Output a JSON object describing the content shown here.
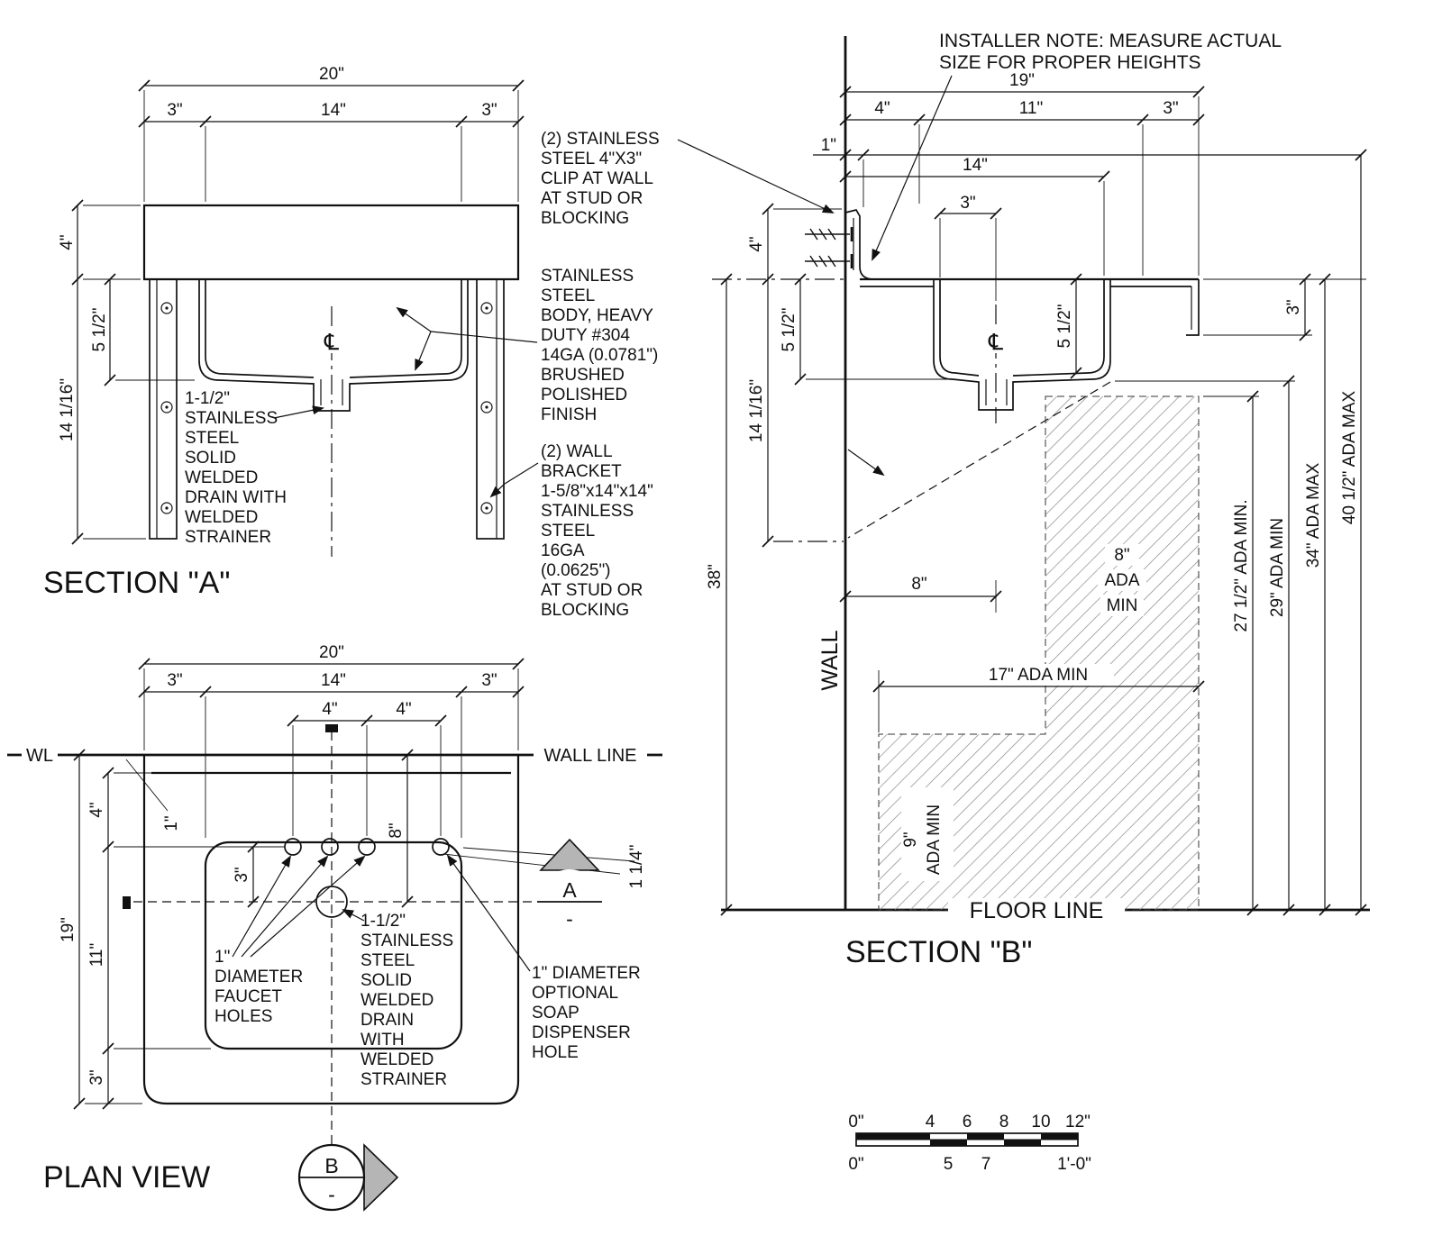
{
  "section_a": {
    "title": "SECTION \"A\"",
    "centerline_symbol": "℄",
    "dim_overall": "20\"",
    "dim_left": "3\"",
    "dim_mid": "14\"",
    "dim_right": "3\"",
    "dim_h4": "4\"",
    "dim_h5": "5 1/2\"",
    "dim_h14": "14 1/16\"",
    "drain_note": [
      "1-1/2\"",
      "STAINLESS",
      "STEEL",
      "SOLID",
      "WELDED",
      "DRAIN WITH",
      "WELDED",
      "STRAINER"
    ]
  },
  "notes": {
    "clip": [
      "(2) STAINLESS",
      "STEEL 4\"X3\"",
      "CLIP AT WALL",
      "AT STUD OR",
      "BLOCKING"
    ],
    "body": [
      "STAINLESS",
      "STEEL",
      "BODY, HEAVY",
      "DUTY #304",
      "14GA (0.0781\")",
      "BRUSHED",
      "POLISHED",
      "FINISH"
    ],
    "bracket": [
      "(2) WALL",
      "BRACKET",
      "1-5/8\"x14\"x14\"",
      "STAINLESS",
      "STEEL",
      "16GA",
      "(0.0625\")",
      "AT STUD OR",
      "BLOCKING"
    ]
  },
  "section_b": {
    "title": "SECTION \"B\"",
    "installer_note": [
      "INSTALLER NOTE: MEASURE ACTUAL",
      "SIZE FOR PROPER HEIGHTS"
    ],
    "wall": "WALL",
    "floor": "FLOOR LINE",
    "centerline_symbol": "℄",
    "dim_19": "19\"",
    "dim_4": "4\"",
    "dim_11": "11\"",
    "dim_3": "3\"",
    "dim_1": "1\"",
    "dim_14": "14\"",
    "dim_3b": "3\"",
    "dim_h4": "4\"",
    "dim_h5l": "5 1/2\"",
    "dim_h14": "14 1/16\"",
    "dim_h5r": "5 1/2\"",
    "dim_h3": "3\"",
    "dim_38": "38\"",
    "dim_8": "8\"",
    "ada_8": [
      "8\"",
      "ADA",
      "MIN"
    ],
    "ada_17": "17\" ADA MIN",
    "ada_9": [
      "9\"",
      "ADA MIN"
    ],
    "ada_27": "27 1/2\" ADA MIN.",
    "ada_29": "29\" ADA MIN",
    "ada_34": "34\" ADA MAX",
    "ada_40": "40 1/2\" ADA MAX"
  },
  "plan": {
    "title": "PLAN VIEW",
    "wl": "WL",
    "wall_line": "WALL LINE",
    "dim_overall": "20\"",
    "dim_left": "3\"",
    "dim_mid": "14\"",
    "dim_right": "3\"",
    "dim_f4a": "4\"",
    "dim_f4b": "4\"",
    "dim_v4": "4\"",
    "dim_v19": "19\"",
    "dim_v11": "11\"",
    "dim_v3": "3\"",
    "dim_i3": "3\"",
    "dim_i1": "1\"",
    "dim_i8": "8\"",
    "dim_soap": "1 1/4\"",
    "faucet_note": [
      "1\"",
      "DIAMETER",
      "FAUCET",
      "HOLES"
    ],
    "drain_note": [
      "1-1/2\"",
      "STAINLESS",
      "STEEL",
      "SOLID",
      "WELDED",
      "DRAIN",
      "WITH",
      "WELDED",
      "STRAINER"
    ],
    "soap_note": [
      "1\" DIAMETER",
      "OPTIONAL",
      "SOAP",
      "DISPENSER",
      "HOLE"
    ],
    "marker_a_letter": "A",
    "marker_a_num": "-",
    "marker_b_letter": "B",
    "marker_b_num": "-"
  },
  "scale_bar": {
    "top": [
      "0\"",
      "4",
      "6",
      "8",
      "10",
      "12\""
    ],
    "bottom": [
      "0\"",
      "5",
      "7",
      "1'-0\""
    ]
  }
}
